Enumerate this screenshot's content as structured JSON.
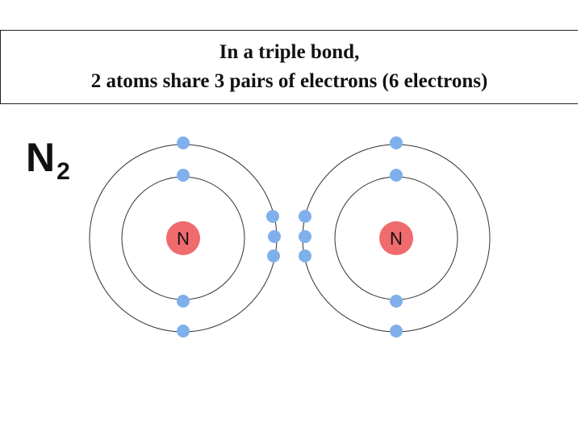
{
  "title": {
    "line1": "In a triple bond,",
    "line2": "2 atoms share 3 pairs of electrons (6 electrons)"
  },
  "formula": {
    "symbol": "N",
    "subscript": "2"
  },
  "atoms": [
    {
      "label": "N"
    },
    {
      "label": "N"
    }
  ],
  "colors": {
    "nucleus": "#ef6b6d",
    "electron": "#7fb0ec",
    "orbit": "#333333"
  }
}
